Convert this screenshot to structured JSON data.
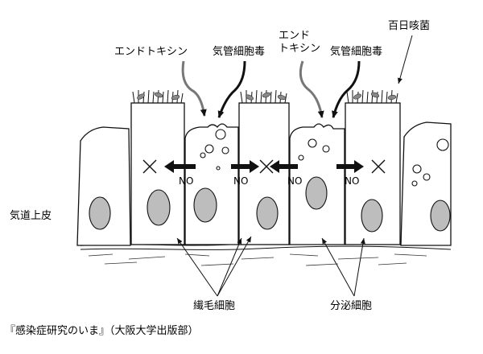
{
  "labels": {
    "endotoxin_1": "エンドトキシン",
    "tracheal_cytotoxin_1": "気管細胞毒",
    "endotoxin_2_line1": "エンド",
    "endotoxin_2_line2": "トキシン",
    "tracheal_cytotoxin_2": "気管細胞毒",
    "bordetella": "百日咳菌",
    "airway_epithelium": "気道上皮",
    "no_labels": [
      "NO",
      "NO",
      "NO",
      "NO"
    ],
    "ciliated_cell": "繊毛細胞",
    "secretory_cell": "分泌細胞"
  },
  "caption": "『感染症研究のいま』（大阪大学出版部）"
}
